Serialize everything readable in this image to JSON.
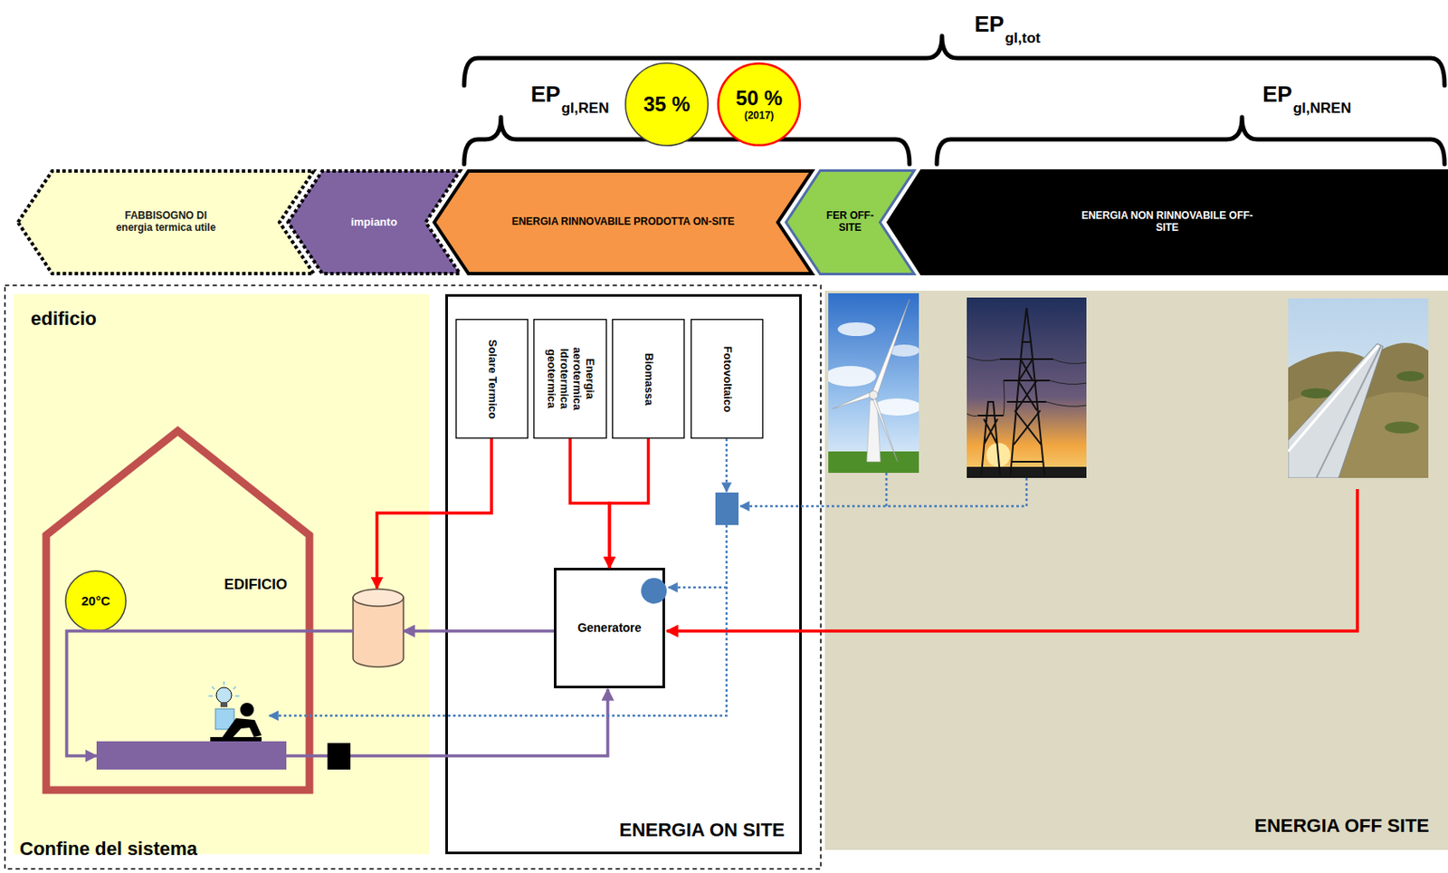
{
  "diagram": {
    "nodes": [
      {
        "text": [
          "35 %"
        ]
      },
      {
        "text": [
          "50 %",
          "(2017)"
        ]
      },
      {
        "text": [
          "FABBISOGNO DI energia termica utile"
        ]
      },
      {
        "text": [
          "impianto"
        ]
      },
      {
        "text": [
          "ENERGIA RINNOVABILE PRODOTTA ON-SITE"
        ]
      },
      {
        "text": [
          "FER OFF-SITE"
        ]
      },
      {
        "text": [
          "ENERGIA NON RINNOVABILE OFF-SITE"
        ]
      },
      {
        "text": [
          "Confine del sistema"
        ]
      },
      {
        "text": [
          "edificio"
        ],
        "in": 7
      },
      {
        "text": [
          "EDIFICIO"
        ],
        "in": 8
      },
      {
        "text": [
          "20°C"
        ],
        "in": 9
      },
      {
        "text": [
          "ENERGIA ON SITE"
        ],
        "in": 7
      },
      {
        "text": [
          "Solare Termico"
        ],
        "in": 11
      },
      {
        "text": [
          "Energia aerotermica Idrotermica geotermica"
        ],
        "in": 11
      },
      {
        "text": [
          "Biomassa"
        ],
        "in": 11
      },
      {
        "text": [
          "Fotovoltaico"
        ],
        "in": 11
      },
      {
        "text": [
          "Generatore"
        ],
        "in": 11
      },
      {
        "text": [
          "ENERGIA OFF SITE"
        ]
      }
    ],
    "edges": [
      {
        "from": 13,
        "to": 16,
        "arrow": "to"
      },
      {
        "from": 14,
        "to": 16,
        "arrow": "to"
      }
    ],
    "labels": [
      "EP",
      "gl,tot",
      "EP",
      "gl,REN",
      "EP",
      "gl,NREN"
    ]
  }
}
